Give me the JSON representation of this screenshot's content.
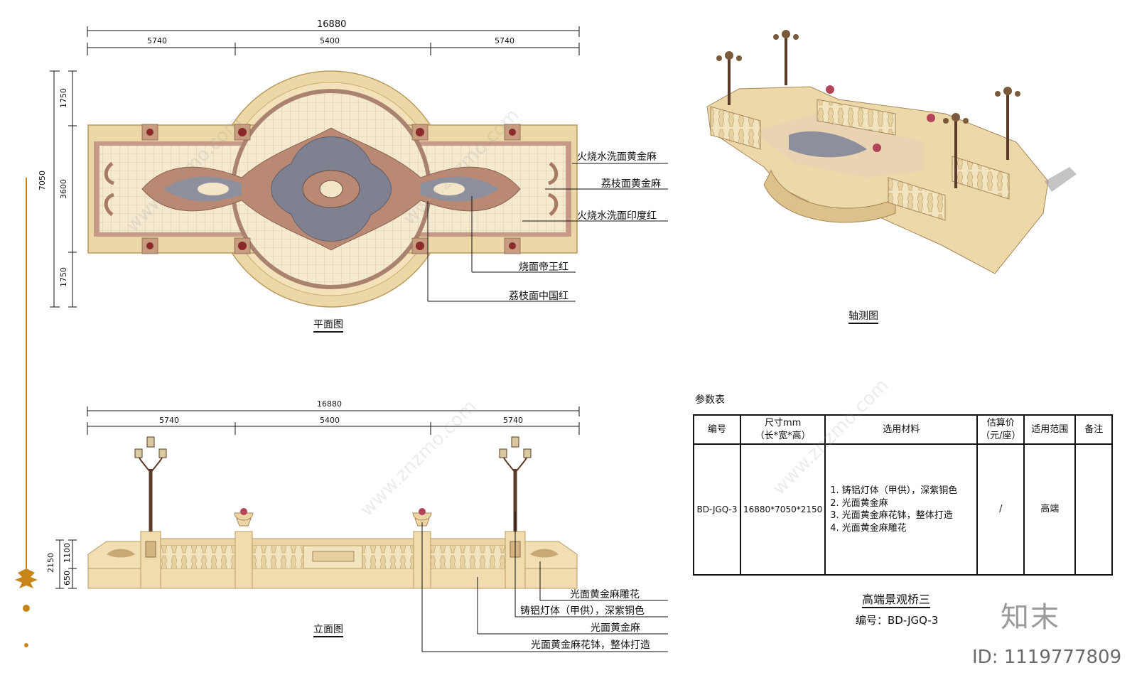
{
  "plan": {
    "dim_total": "16880",
    "dim_left": "5740",
    "dim_mid": "5400",
    "dim_right": "5740",
    "dim_height": "7050",
    "dim_v1": "1750",
    "dim_v2": "3600",
    "dim_v3": "1750",
    "caption": "平面图",
    "labels": [
      "火烧水洗面黄金麻",
      "荔枝面黄金麻",
      "火烧水洗面印度红",
      "烧面帝王红",
      "荔枝面中国红"
    ]
  },
  "iso": {
    "caption": "轴测图"
  },
  "elevation": {
    "dim_total": "16880",
    "dim_left": "5740",
    "dim_mid": "5400",
    "dim_right": "5740",
    "dim_h_total": "2150",
    "dim_h_top": "1100",
    "dim_h_bottom": "650",
    "caption": "立面图",
    "labels": [
      "光面黄金麻雕花",
      "铸铝灯体（甲供），深紫铜色",
      "光面黄金麻",
      "光面黄金麻花钵，整体打造"
    ]
  },
  "param_table": {
    "title": "参数表",
    "headers": [
      "编号",
      "尺寸mm\n（长*宽*高）",
      "选用材料",
      "估算价\n（元/座）",
      "适用范围",
      "备注"
    ],
    "row": {
      "code": "BD-JGQ-3",
      "size": "16880*7050*2150",
      "materials": [
        "1. 铸铝灯体（甲供），深紫铜色",
        "2. 光面黄金麻",
        "3. 光面黄金麻花钵，整体打造",
        "4. 光面黄金麻雕花"
      ],
      "price": "/",
      "scope": "高端",
      "note": ""
    }
  },
  "footer": {
    "title": "高端景观桥三",
    "code": "编号：BD-JGQ-3"
  },
  "watermark": {
    "site": "www.znzmo.com",
    "brand": "知末",
    "id": "ID: 1119777809"
  },
  "colors": {
    "stone": "#f1dfb3",
    "stone_dark": "#d9c08a",
    "rose": "#c58e7a",
    "slate": "#8c8c98",
    "bronze": "#5a3a28",
    "accent_line": "#c8861a"
  }
}
